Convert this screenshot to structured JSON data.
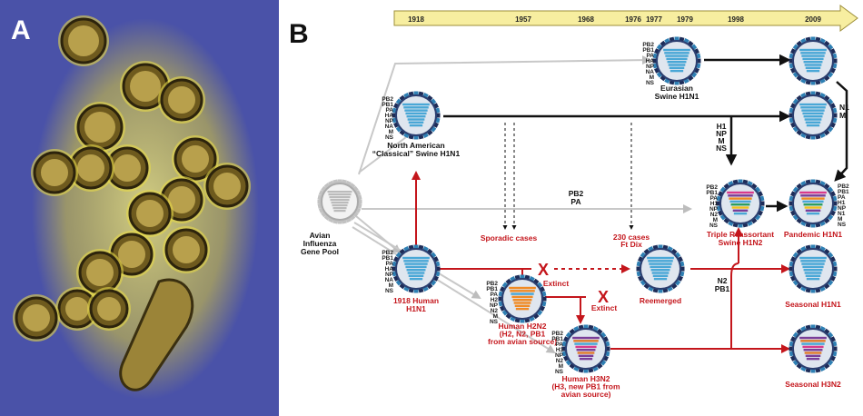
{
  "panels": {
    "a_label": "A",
    "b_label": "B"
  },
  "timeline": {
    "years": [
      "1918",
      "1957",
      "1968",
      "1976",
      "1977",
      "1979",
      "1998",
      "2009"
    ]
  },
  "segments": {
    "full": "PB2|PB1|PA|HA|NP|NA|M|NS",
    "triple": "PB2|PB1|PA|H1|NP|N2|M|NS",
    "pandemic": "PB2|PB1|PA|H1|NP|N1|M|NS",
    "h2n2": "PB2|PB1|PA|H2|NP|N2|M|NS",
    "h3n2": "PB2|PB1|PA|H3|NP|N2|M|NS"
  },
  "nodes": {
    "avian": "Avian|Influenza|Gene Pool",
    "eurasian": "Eurasian|Swine H1N1",
    "classical": "North American|“Classical” Swine H1N1",
    "human1918": "1918 Human|H1N1",
    "h2n2": "Human H2N2|(H2, N2, PB1|from avian source)",
    "h3n2": "Human H3N2|(H3, new PB1 from|avian source)",
    "reemerged": "Reemerged",
    "triple": "Triple Reassortant|Swine H1N2",
    "pandemic": "Pandemic H1N1",
    "seasonal_h1n1": "Seasonal H1N1",
    "seasonal_h3n2": "Seasonal H3N2"
  },
  "annotations": {
    "sporadic": "Sporadic cases",
    "ftdix": "230 cases|Ft Dix",
    "extinct": "Extinct",
    "x_mark": "X",
    "pb2pa": "PB2|PA",
    "h1npmns": "H1|NP|M|NS",
    "n1m": "N1|M",
    "n2pb1": "N2|PB1"
  },
  "colors": {
    "red": "#c4161c",
    "gray": "#c8c8c8",
    "black": "#111111",
    "timeline": "#f7eea0",
    "capsid": "#4fb0d8",
    "ring": "#2c3f70",
    "micrograph_bg": "#4a52a8",
    "virion": "#d6c634"
  }
}
